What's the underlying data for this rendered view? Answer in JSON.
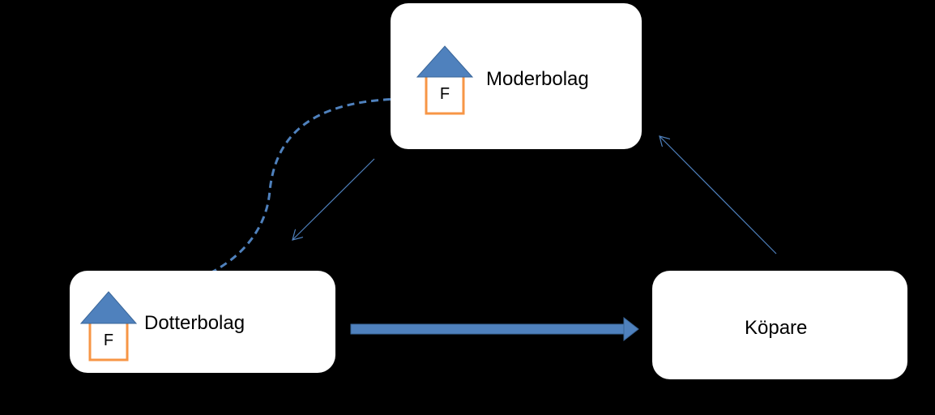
{
  "nodes": {
    "parent": {
      "label": "Moderbolag",
      "badge": "F"
    },
    "subsidiary": {
      "label": "Dotterbolag",
      "badge": "F"
    },
    "buyer": {
      "label": "Köpare"
    }
  },
  "colors": {
    "background": "#000000",
    "box": "#ffffff",
    "house_roof": "#4f81bd",
    "house_body_border": "#f79646",
    "arrow": "#4f81bd",
    "thick_arrow": "#4f81bd"
  },
  "icons": [
    "house-icon"
  ]
}
